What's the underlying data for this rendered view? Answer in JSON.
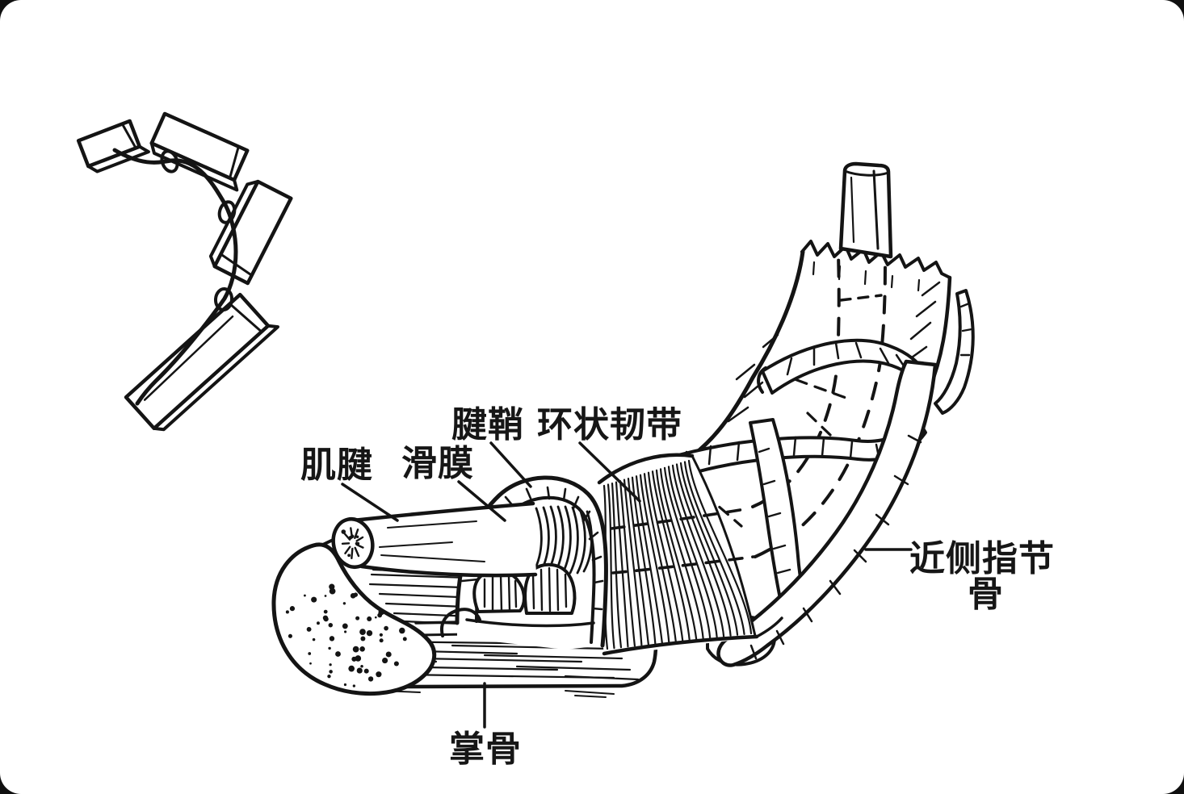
{
  "figure": {
    "description": "anatomical line drawing of finger flexor tendon sheath",
    "background": "#ffffff",
    "ink_color": "#141414",
    "labels": {
      "tendon": "肌腱",
      "synovium": "滑膜",
      "tendon_sheath": "腱鞘",
      "annular_ligament": "环状韧带",
      "proximal_phalanx_line1": "近侧指节",
      "proximal_phalanx_line2": "骨",
      "metacarpal": "掌骨"
    }
  }
}
